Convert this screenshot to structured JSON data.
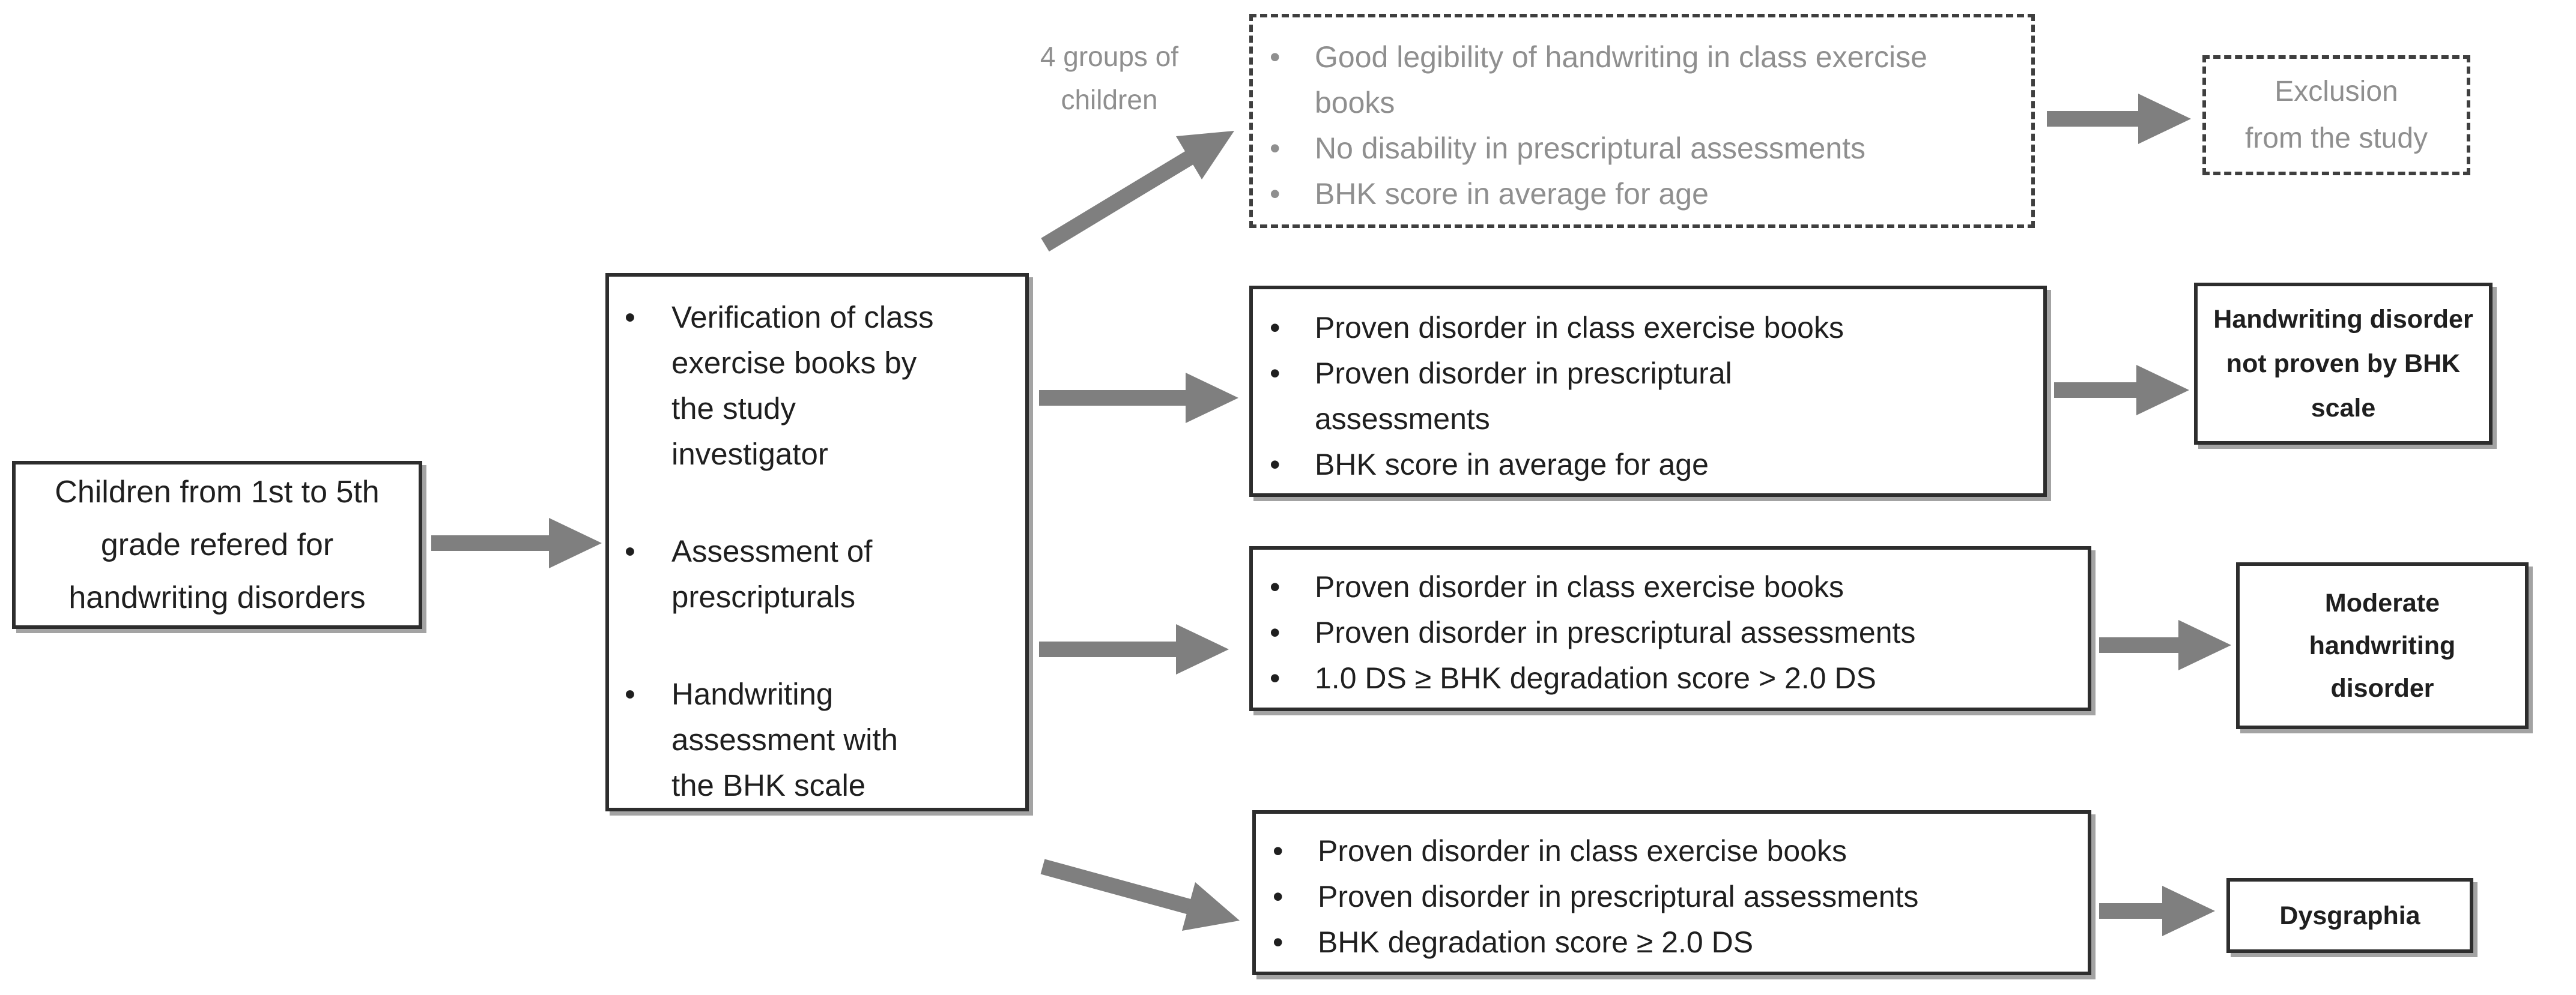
{
  "colors": {
    "arrow": "#7f7f7f",
    "text": "#1f1f1f",
    "muted_text": "#8f8f8f",
    "border": "#2d2d2d",
    "shadow": "#a3a3a3",
    "background": "#ffffff"
  },
  "entry_box": {
    "text": "Children from 1st to 5th grade refered for handwriting disorders"
  },
  "process_box": {
    "items": [
      "Verification of class exercise books by the study investigator",
      "Assessment of prescripturals",
      "Handwriting assessment with the BHK scale"
    ]
  },
  "group_label": "4 groups of children",
  "groups": [
    {
      "criteria": [
        "Good legibility of handwriting in class exercise books",
        "No disability in prescriptural assessments",
        "BHK score in average for age"
      ],
      "outcome_lines": [
        "Exclusion",
        "from the study"
      ]
    },
    {
      "criteria": [
        "Proven disorder in class exercise books",
        "Proven disorder in prescriptural assessments",
        "BHK score in average for age"
      ],
      "outcome_lines": [
        "Handwriting disorder",
        "not proven by BHK",
        "scale"
      ]
    },
    {
      "criteria": [
        "Proven disorder in class exercise books",
        "Proven disorder in prescriptural assessments",
        "1.0 DS ≥ BHK degradation score > 2.0 DS"
      ],
      "outcome_lines": [
        "Moderate",
        "handwriting",
        "disorder"
      ]
    },
    {
      "criteria": [
        "Proven disorder in class exercise books",
        "Proven disorder in prescriptural assessments",
        "BHK degradation score ≥ 2.0 DS"
      ],
      "outcome_lines": [
        "Dysgraphia"
      ]
    }
  ]
}
